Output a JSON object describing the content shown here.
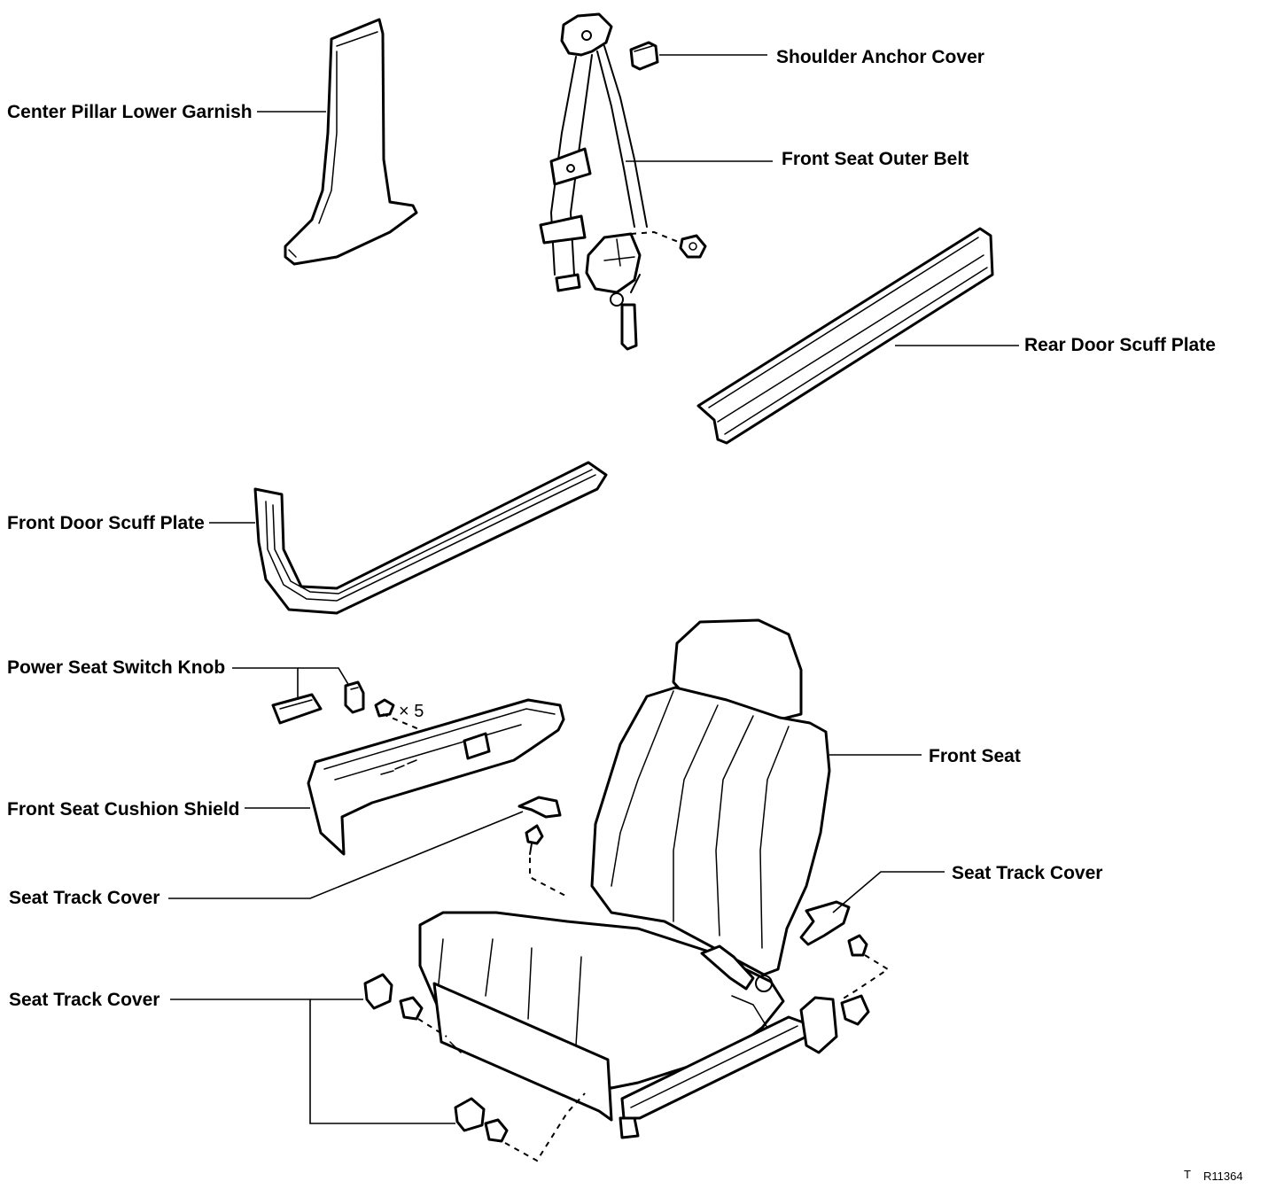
{
  "labels": {
    "center_pillar_lower_garnish": "Center Pillar Lower Garnish",
    "shoulder_anchor_cover": "Shoulder Anchor Cover",
    "front_seat_outer_belt": "Front Seat Outer Belt",
    "rear_door_scuff_plate": "Rear Door Scuff Plate",
    "front_door_scuff_plate": "Front Door Scuff Plate",
    "power_seat_switch_knob": "Power Seat Switch Knob",
    "front_seat": "Front Seat",
    "front_seat_cushion_shield": "Front Seat Cushion Shield",
    "seat_track_cover_middle": "Seat Track Cover",
    "seat_track_cover_right": "Seat Track Cover",
    "seat_track_cover_bottom": "Seat Track Cover"
  },
  "quantity_note": "× 5",
  "figure_code_prefix": "T",
  "figure_code": "R11364"
}
